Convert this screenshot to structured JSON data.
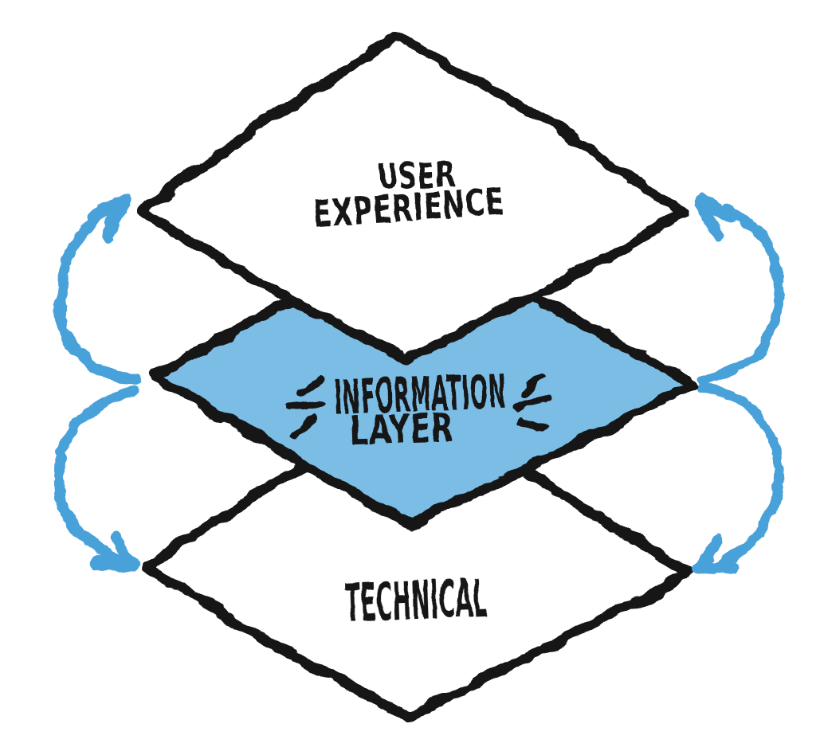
{
  "diagram": {
    "type": "layered-diamond-stack",
    "layers": [
      {
        "id": "user-experience",
        "line1": "USER",
        "line2": "EXPERIENCE",
        "fill": "#ffffff"
      },
      {
        "id": "information-layer",
        "line1": "INFORMATION",
        "line2": "LAYER",
        "fill": "#a9d6f1",
        "highlighted": true
      },
      {
        "id": "technical",
        "line1": "TECHNICAL",
        "fill": "#ffffff"
      }
    ],
    "colors": {
      "background": "#ffffff",
      "outline": "#141414",
      "text": "#141414",
      "arrow": "#4aa1da",
      "layer_fill": "#a9d6f1",
      "layer_speckle": "#57a9dc"
    },
    "arrows": {
      "color": "#4aa1da",
      "items": [
        {
          "name": "cycle-arrow-left-upper",
          "direction": "up"
        },
        {
          "name": "cycle-arrow-left-lower",
          "direction": "down"
        },
        {
          "name": "cycle-arrow-right-upper",
          "direction": "up"
        },
        {
          "name": "cycle-arrow-right-lower",
          "direction": "down"
        }
      ]
    },
    "emphasis_marks": {
      "name": "emphasis-marks",
      "sides": [
        "left",
        "right"
      ]
    }
  }
}
